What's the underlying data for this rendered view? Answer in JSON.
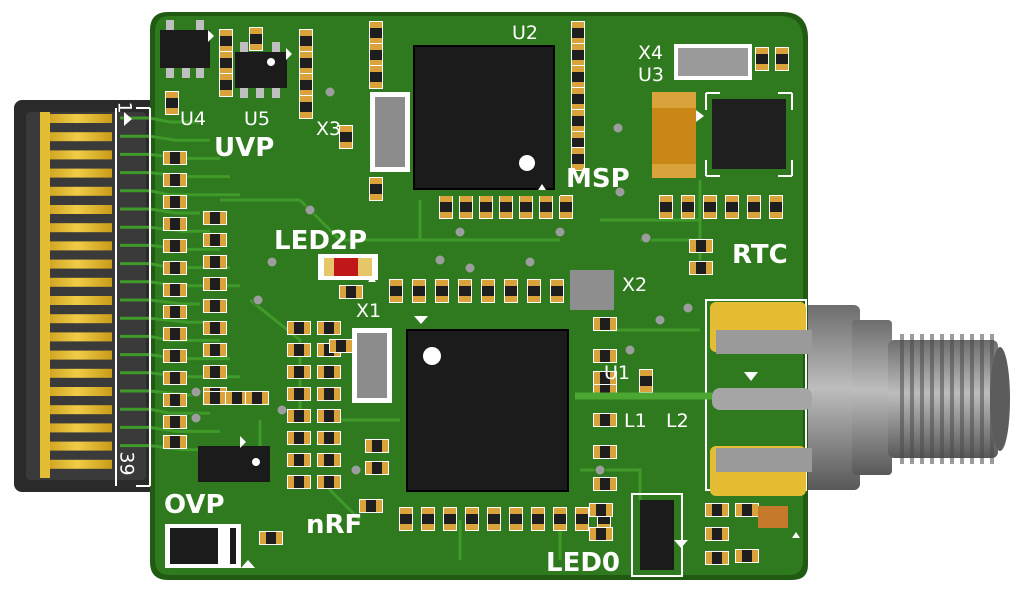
{
  "colors": {
    "pcb": "#2f7a1e",
    "pcb_dark": "#215a13",
    "gold": "#e4bd34",
    "component": "#1c1c1c",
    "silk": "#ffffff"
  },
  "labels": {
    "u4": "U4",
    "u5": "U5",
    "uvp": "UVP",
    "x3": "X3",
    "u2": "U2",
    "msp": "MSP",
    "x4": "X4",
    "u3": "U3",
    "rtc": "RTC",
    "led2p": "LED2P",
    "x1": "X1",
    "x2": "X2",
    "u1": "U1",
    "l1": "L1",
    "l2": "L2",
    "ovp": "OVP",
    "nrf": "nRF",
    "led0": "LED0",
    "pin1": "1",
    "pin39": "39"
  }
}
